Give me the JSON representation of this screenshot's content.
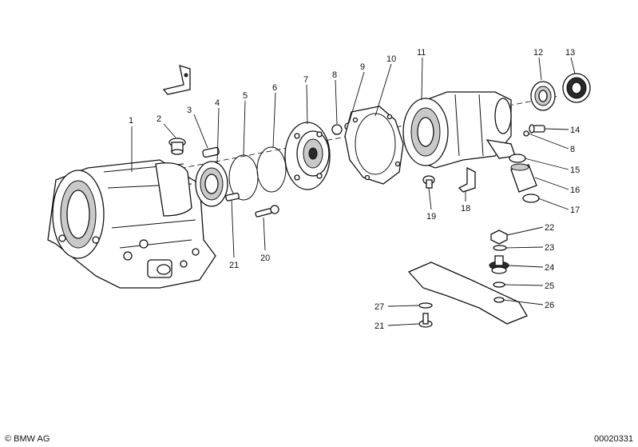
{
  "callouts": {
    "c1": "1",
    "c2": "2",
    "c3": "3",
    "c4": "4",
    "c5": "5",
    "c6": "6",
    "c7": "7",
    "c8a": "8",
    "c8b": "8",
    "c9": "9",
    "c10": "10",
    "c11": "11",
    "c12": "12",
    "c13": "13",
    "c14": "14",
    "c15": "15",
    "c16": "16",
    "c17": "17",
    "c18": "18",
    "c19": "19",
    "c20": "20",
    "c21a": "21",
    "c21b": "21",
    "c22": "22",
    "c23": "23",
    "c24": "24",
    "c25": "25",
    "c26": "26",
    "c27": "27"
  },
  "footer": {
    "copyright": "© BMW AG",
    "doc_number": "00020331"
  }
}
